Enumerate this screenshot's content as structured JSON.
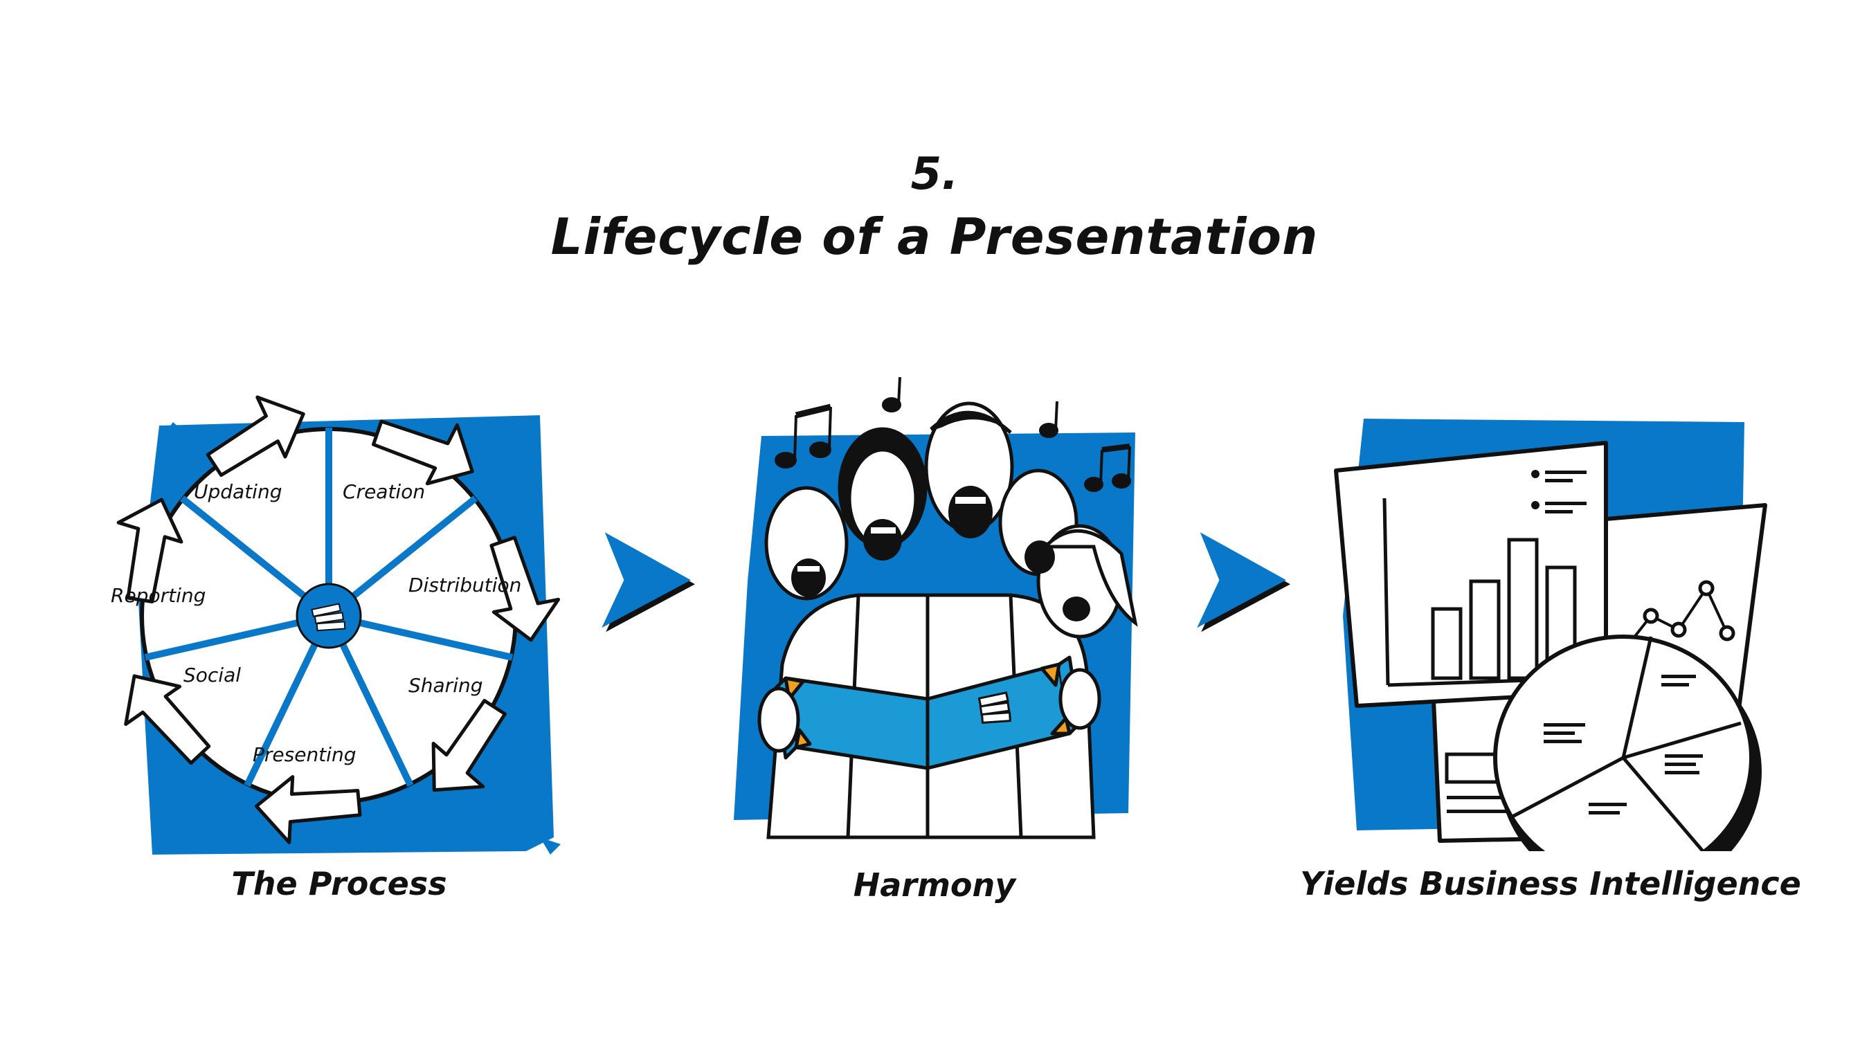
{
  "title": {
    "number": "5.",
    "text": "Lifecycle of a Presentation"
  },
  "colors": {
    "accent": "#0a78c8",
    "ink": "#111111",
    "paper": "#ffffff",
    "book": "#1c9ad6"
  },
  "process": {
    "caption": "The Process",
    "segments": [
      "Updating",
      "Creation",
      "Distribution",
      "Sharing",
      "Presenting",
      "Social",
      "Reporting"
    ]
  },
  "harmony": {
    "caption": "Harmony"
  },
  "intelligence": {
    "caption": "Yields Business Intelligence"
  },
  "icons": [
    "process-wheel-icon",
    "arrow-right-icon",
    "singing-choir-icon",
    "report-charts-icon"
  ]
}
